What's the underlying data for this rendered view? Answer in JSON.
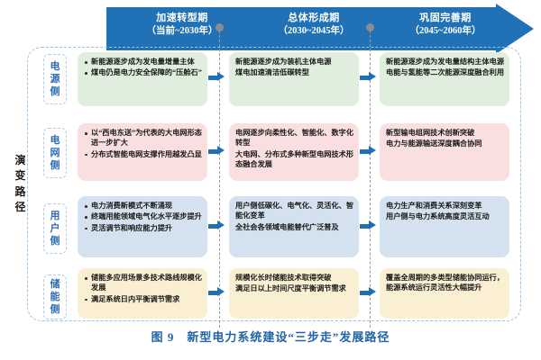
{
  "figure": {
    "caption": "图 9　新型电力系统建设“三步走”发展路径"
  },
  "axis_label": {
    "chars": [
      "演",
      "变",
      "路",
      "径"
    ]
  },
  "phases": [
    {
      "name": "加速转型期",
      "range": "（当前~2030年）"
    },
    {
      "name": "总体形成期",
      "range": "（2030~2045年）"
    },
    {
      "name": "巩固完善期",
      "range": "（2045~2060年）"
    }
  ],
  "rows": [
    {
      "label_chars": [
        "电",
        "源",
        "侧"
      ],
      "color": "#dfeedd",
      "cells": [
        {
          "bulleted": true,
          "items": [
            "新能源逐步成为发电量增量主体",
            "煤电仍是电力安全保障的“压舱石”"
          ]
        },
        {
          "bulleted": false,
          "items": [
            "新能源逐步成为装机主体电源",
            "煤电加速清洁低碳转型"
          ]
        },
        {
          "bulleted": false,
          "items": [
            "新能源逐步成为发电量结构主体电源",
            "电能与氢能等二次能源深度融合利用"
          ]
        }
      ]
    },
    {
      "label_chars": [
        "电",
        "网",
        "侧"
      ],
      "color": "#fadfe0",
      "cells": [
        {
          "bulleted": true,
          "items": [
            "以“西电东送”为代表的大电网形态进一步扩大",
            "分布式智能电网支撑作用越发凸显"
          ]
        },
        {
          "bulleted": false,
          "items": [
            "电网逐步向柔性化、智能化、数字化转型",
            "大电网、分布式多种新型电网技术形态融合发展"
          ]
        },
        {
          "bulleted": false,
          "items": [
            "新型输电组网技术创新突破",
            "电力与能源输送深度耦合协同"
          ]
        }
      ]
    },
    {
      "label_chars": [
        "用",
        "户",
        "侧"
      ],
      "color": "#d3e2ee",
      "cells": [
        {
          "bulleted": true,
          "items": [
            "电力消费新模式不断涌现",
            "终端用能领域电气化水平逐步提升",
            "灵活调节和响应能力提升"
          ]
        },
        {
          "bulleted": false,
          "items": [
            "用户侧低碳化、电气化、灵活化、智能化变革",
            "全社会各领域电能替代广泛普及"
          ]
        },
        {
          "bulleted": false,
          "items": [
            "电力生产和消费关系深刻变革",
            "用户侧与电力系统高度灵活互动"
          ]
        }
      ]
    },
    {
      "label_chars": [
        "储",
        "能",
        "侧"
      ],
      "color": "#fbefd3",
      "cells": [
        {
          "bulleted": true,
          "items": [
            "储能多应用场景多技术路线规模化发展",
            "满足系统日内平衡调节需求"
          ]
        },
        {
          "bulleted": false,
          "items": [
            "规模化长时储能技术取得突破",
            "满足日以上时间尺度平衡调节需求"
          ]
        },
        {
          "bulleted": false,
          "items": [
            "覆盖全周期的多类型储能协同运行，能源系统运行灵活性大幅提升"
          ]
        }
      ]
    }
  ],
  "colors": {
    "arrow": "#2071b5",
    "frame": "#9cc3e0",
    "connector": "#1f6fb2",
    "caption": "#2264a5",
    "pin": "#8d8d8d"
  }
}
